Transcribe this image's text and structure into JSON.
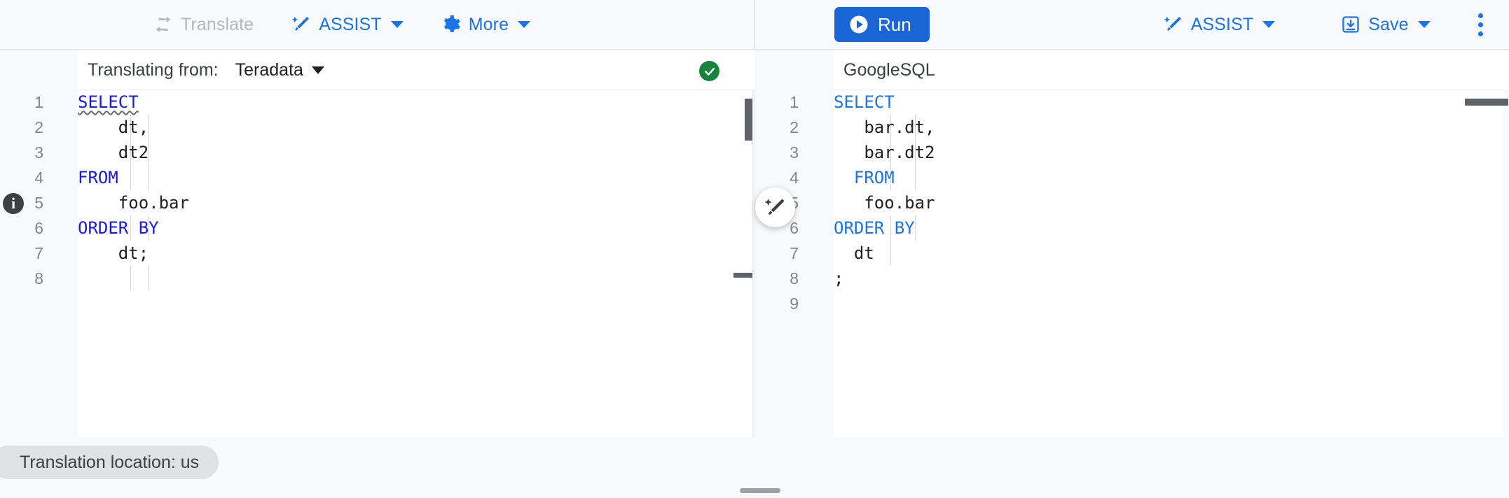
{
  "toolbar": {
    "left": [
      {
        "name": "translate",
        "label": "Translate",
        "icon": "swap-horizontal-icon",
        "disabled": true,
        "caret": false
      },
      {
        "name": "assist",
        "label": "ASSIST",
        "icon": "magic-wand-icon",
        "disabled": false,
        "caret": true
      },
      {
        "name": "more",
        "label": "More",
        "icon": "gear-icon",
        "disabled": false,
        "caret": true
      }
    ],
    "right": {
      "run_label": "Run",
      "run_icon": "play-circle-icon",
      "assist_label": "ASSIST",
      "assist_icon": "magic-wand-icon",
      "save_label": "Save",
      "save_icon": "save-icon",
      "overflow_icon": "more-vert-icon"
    }
  },
  "source_header": {
    "label": "Translating from:",
    "dialect": "Teradata",
    "status_icon": "check-circle-icon",
    "status_color": "#18833d"
  },
  "target_header": {
    "dialect": "GoogleSQL"
  },
  "source_editor": {
    "gutter_icon": "info-icon",
    "lines": [
      {
        "n": "1",
        "segments": [
          {
            "t": "SELECT",
            "cls": "kw squiggle"
          }
        ]
      },
      {
        "n": "2",
        "segments": [
          {
            "t": "    dt,",
            "cls": ""
          }
        ]
      },
      {
        "n": "3",
        "segments": [
          {
            "t": "    dt2",
            "cls": ""
          }
        ]
      },
      {
        "n": "4",
        "segments": [
          {
            "t": "FROM",
            "cls": "kw"
          }
        ]
      },
      {
        "n": "5",
        "segments": [
          {
            "t": "    foo.bar",
            "cls": ""
          }
        ]
      },
      {
        "n": "6",
        "segments": [
          {
            "t": "ORDER BY",
            "cls": "kw"
          }
        ]
      },
      {
        "n": "7",
        "segments": [
          {
            "t": "    dt;",
            "cls": ""
          }
        ]
      },
      {
        "n": "8",
        "segments": []
      }
    ]
  },
  "target_editor": {
    "assist_bubble_icon": "magic-wand-icon",
    "lines": [
      {
        "n": "1",
        "segments": [
          {
            "t": "SELECT",
            "cls": "kw"
          }
        ]
      },
      {
        "n": "2",
        "segments": [
          {
            "t": "   bar.dt,",
            "cls": ""
          }
        ]
      },
      {
        "n": "3",
        "segments": [
          {
            "t": "   bar.dt2",
            "cls": ""
          }
        ]
      },
      {
        "n": "4",
        "segments": [
          {
            "t": "  FROM",
            "cls": "kw"
          }
        ]
      },
      {
        "n": "5",
        "segments": [
          {
            "t": "   foo.bar",
            "cls": ""
          }
        ]
      },
      {
        "n": "6",
        "segments": [
          {
            "t": "ORDER BY",
            "cls": "kw"
          }
        ]
      },
      {
        "n": "7",
        "segments": [
          {
            "t": "  dt",
            "cls": ""
          }
        ]
      },
      {
        "n": "8",
        "segments": [
          {
            "t": ";",
            "cls": ""
          }
        ]
      },
      {
        "n": "9",
        "segments": []
      }
    ]
  },
  "footer": {
    "location_chip": "Translation location: us"
  }
}
